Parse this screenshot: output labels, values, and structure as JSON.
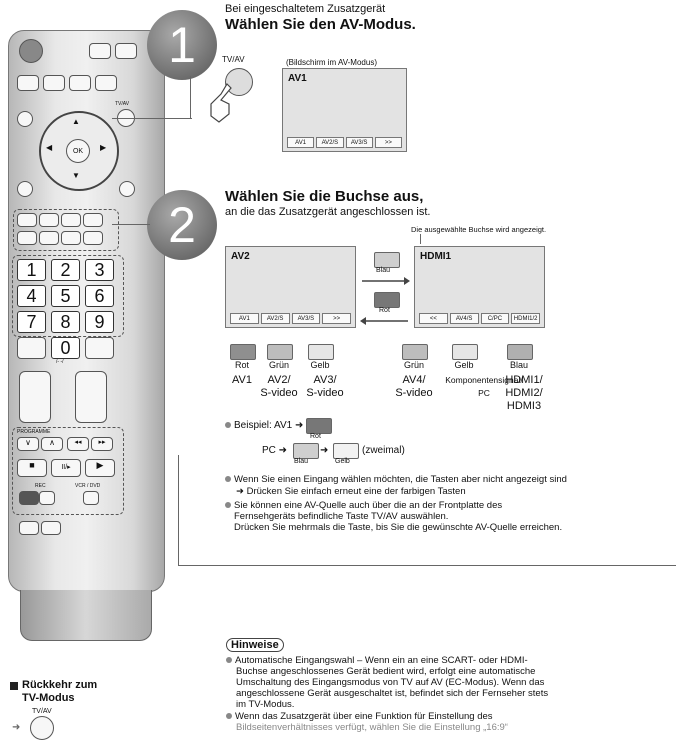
{
  "step1": {
    "number": "1",
    "subtitle": "Bei eingeschaltetem Zusatzgerät",
    "title": "Wählen Sie den AV-Modus.",
    "button_label": "TV/AV",
    "screen_caption": "(Bildschirm im AV-Modus)",
    "screen_title": "AV1",
    "screen_tabs": [
      "AV1",
      "AV2/S",
      "AV3/S",
      ">>"
    ]
  },
  "step2": {
    "number": "2",
    "title": "Wählen Sie die Buchse aus,",
    "subtitle": "an die das Zusatzgerät angeschlossen ist.",
    "selected_note": "Die ausgewählte Buchse wird angezeigt.",
    "left_screen_title": "AV2",
    "left_screen_tabs": [
      "AV1",
      "AV2/S",
      "AV3/S",
      ">>"
    ],
    "right_screen_title": "HDMI1",
    "right_screen_tabs": [
      "<<",
      "AV4/S",
      "C/PC",
      "HDMI1/2"
    ],
    "arrow_top_label": "Blau",
    "arrow_bottom_label": "Rot"
  },
  "colors": [
    {
      "label": "Rot",
      "input": "AV1",
      "swatch": "#8f8f8f"
    },
    {
      "label": "Grün",
      "input": "AV2/\nS-video",
      "swatch": "#bdbdbd"
    },
    {
      "label": "Gelb",
      "input": "AV3/\nS-video",
      "swatch": "#e6e6e6"
    },
    {
      "label": "Grün",
      "input": "AV4/\nS-video",
      "swatch": "#bdbdbd"
    },
    {
      "label": "Gelb",
      "input": "Komponentensignal/\nPC",
      "swatch": "#e6e6e6"
    },
    {
      "label": "Blau",
      "input": "HDMI1/\nHDMI2/\nHDMI3",
      "swatch": "#b0b0b0"
    }
  ],
  "example": {
    "line1_prefix": "Beispiel: AV1",
    "line1_key": "Rot",
    "line2_prefix": "PC",
    "line2_key1": "Blau",
    "line2_key2": "Gelb",
    "line2_suffix": "(zweimal)"
  },
  "notes": [
    "Wenn Sie einen Eingang wählen möchten, die Tasten aber nicht angezeigt sind",
    "Drücken Sie einfach erneut eine der farbigen Tasten",
    "Sie können eine AV-Quelle auch über die an der Frontplatte des",
    "Fernsehgeräts befindliche Taste TV/AV auswählen.",
    "Drücken Sie mehrmals die Taste, bis Sie die gewünschte AV-Quelle erreichen."
  ],
  "remote": {
    "numbers": [
      "1",
      "2",
      "3",
      "4",
      "5",
      "6",
      "7",
      "8",
      "9",
      "0"
    ],
    "ok_label": "OK",
    "tvav_label": "TV/AV",
    "programme_label": "PROGRAMME",
    "rec_label": "REC",
    "vcr_dvd_label": "VCR / DVD",
    "aux_label": "/- -/"
  },
  "return": {
    "title": "Rückkehr zum\nTV-Modus",
    "button_label": "TV/AV"
  },
  "hinweise": {
    "title": "Hinweise",
    "lines": [
      "Automatische Eingangswahl – Wenn ein an eine SCART- oder HDMI-",
      "Buchse angeschlossenes Gerät bedient wird, erfolgt eine automatische",
      "Umschaltung des Eingangsmodus von TV auf AV (EC-Modus). Wenn das",
      "angeschlossene Gerät ausgeschaltet ist, befindet sich der Fernseher stets",
      "im TV-Modus.",
      "Wenn das Zusatzgerät über eine Funktion für Einstellung des",
      "Bildseitenverhältnisses verfügt, wählen Sie die Einstellung „16:9“"
    ]
  }
}
